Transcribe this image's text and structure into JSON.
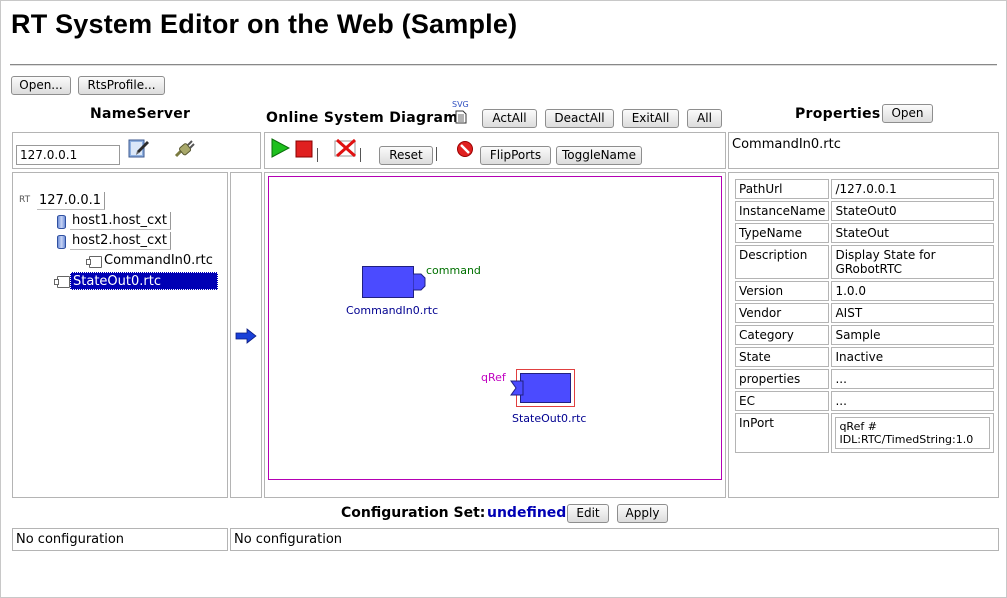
{
  "app": {
    "title": "RT System Editor on the Web (Sample)"
  },
  "toolbar": {
    "open_label": "Open...",
    "rtsprofile_label": "RtsProfile..."
  },
  "nameserver": {
    "title": "NameServer",
    "address_value": "127.0.0.1",
    "tree": {
      "root_prefix": "RT",
      "root": "127.0.0.1",
      "items": [
        "host1.host_cxt",
        "host2.host_cxt",
        "CommandIn0.rtc",
        "StateOut0.rtc"
      ]
    }
  },
  "diagram": {
    "title": "Online System Diagram",
    "svg_label": "SVG",
    "actall_label": "ActAll",
    "deactall_label": "DeactAll",
    "exitall_label": "ExitAll",
    "all_label": "All",
    "reset_label": "Reset",
    "flipports_label": "FlipPorts",
    "togglename_label": "ToggleName",
    "components": [
      {
        "name": "CommandIn0.rtc",
        "port": "command"
      },
      {
        "name": "StateOut0.rtc",
        "port": "qRef"
      }
    ]
  },
  "properties": {
    "title": "Properties",
    "open_label": "Open",
    "selected": "CommandIn0.rtc",
    "rows": [
      {
        "key": "PathUrl",
        "value": "/127.0.0.1"
      },
      {
        "key": "InstanceName",
        "value": "StateOut0"
      },
      {
        "key": "TypeName",
        "value": "StateOut"
      },
      {
        "key": "Description",
        "value": "Display State for GRobotRTC"
      },
      {
        "key": "Version",
        "value": "1.0.0"
      },
      {
        "key": "Vendor",
        "value": "AIST"
      },
      {
        "key": "Category",
        "value": "Sample"
      },
      {
        "key": "State",
        "value": "Inactive"
      },
      {
        "key": "properties",
        "value": "..."
      },
      {
        "key": "EC",
        "value": "..."
      },
      {
        "key": "InPort",
        "value": "qRef # IDL:RTC/TimedString:1.0"
      }
    ]
  },
  "configuration": {
    "label": "Configuration Set:",
    "value": "undefined",
    "edit_label": "Edit",
    "apply_label": "Apply",
    "left_text": "No configuration",
    "right_text": "No configuration"
  },
  "colors": {
    "component_fill": "#4b4bff",
    "diagram_border": "#b400b4",
    "selection": "#0000b4",
    "config_value": "#0000b4",
    "port_label_out": "#007000",
    "port_label_in": "#c000c0"
  }
}
